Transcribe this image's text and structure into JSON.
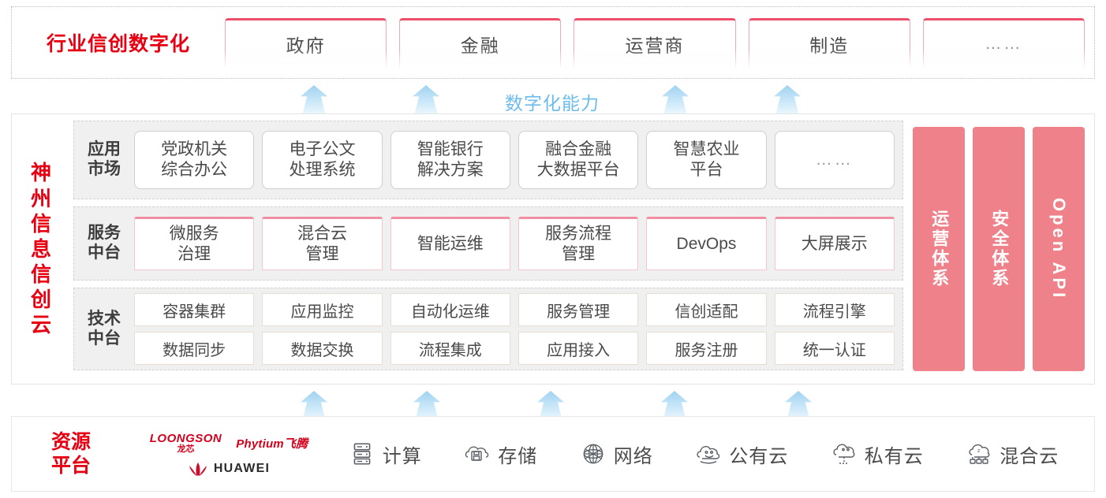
{
  "industry": {
    "title": "行业信创数字化",
    "tabs": [
      {
        "label": "政府"
      },
      {
        "label": "金融"
      },
      {
        "label": "运营商"
      },
      {
        "label": "制造"
      },
      {
        "label": "……"
      }
    ]
  },
  "capability_label": "数字化能力",
  "cloud": {
    "title_chars": [
      "神",
      "州",
      "信",
      "息",
      "信",
      "创",
      "云"
    ],
    "layers": [
      {
        "name": "app-market",
        "label": "应用\n市场",
        "label_lines": [
          "应用",
          "市场"
        ],
        "cards": [
          "党政机关\n综合办公",
          "电子公文\n处理系统",
          "智能银行\n解决方案",
          "融合金融\n大数据平台",
          "智慧农业\n平台",
          "……"
        ],
        "card_lines": [
          [
            "党政机关",
            "综合办公"
          ],
          [
            "电子公文",
            "处理系统"
          ],
          [
            "智能银行",
            "解决方案"
          ],
          [
            "融合金融",
            "大数据平台"
          ],
          [
            "智慧农业",
            "平台"
          ],
          [
            "……"
          ]
        ]
      },
      {
        "name": "service-platform",
        "label_lines": [
          "服务",
          "中台"
        ],
        "card_lines": [
          [
            "微服务",
            "治理"
          ],
          [
            "混合云",
            "管理"
          ],
          [
            "智能运维"
          ],
          [
            "服务流程",
            "管理"
          ],
          [
            "DevOps"
          ],
          [
            "大屏展示"
          ]
        ]
      },
      {
        "name": "tech-platform",
        "label_lines": [
          "技术",
          "中台"
        ],
        "rows": [
          [
            "容器集群",
            "应用监控",
            "自动化运维",
            "服务管理",
            "信创适配",
            "流程引擎"
          ],
          [
            "数据同步",
            "数据交换",
            "流程集成",
            "应用接入",
            "服务注册",
            "统一认证"
          ]
        ]
      }
    ],
    "pillars": [
      {
        "name": "operations-system",
        "text": "运营体系",
        "latin": false
      },
      {
        "name": "security-system",
        "text": "安全体系",
        "latin": false
      },
      {
        "name": "open-api",
        "text": "Open API",
        "latin": true
      }
    ]
  },
  "resource": {
    "title_lines": [
      "资源",
      "平台"
    ],
    "vendors": [
      {
        "name": "loongson",
        "en": "LOONGSON",
        "cn": "龙芯"
      },
      {
        "name": "phytium",
        "text": "Phytium飞腾"
      },
      {
        "name": "huawei",
        "text": "HUAWEI"
      }
    ],
    "items": [
      {
        "icon": "server-icon",
        "label": "计算"
      },
      {
        "icon": "storage-icon",
        "label": "存储"
      },
      {
        "icon": "network-icon",
        "label": "网络"
      },
      {
        "icon": "public-cloud-icon",
        "label": "公有云"
      },
      {
        "icon": "private-cloud-icon",
        "label": "私有云"
      },
      {
        "icon": "hybrid-cloud-icon",
        "label": "混合云"
      }
    ]
  },
  "colors": {
    "brand_red": "#e60012",
    "pillar_pink": "#ee8189",
    "tab_border": "#ee4e6a",
    "arrow_blue": "#9fd2f0",
    "capability_blue": "#6dbced"
  }
}
